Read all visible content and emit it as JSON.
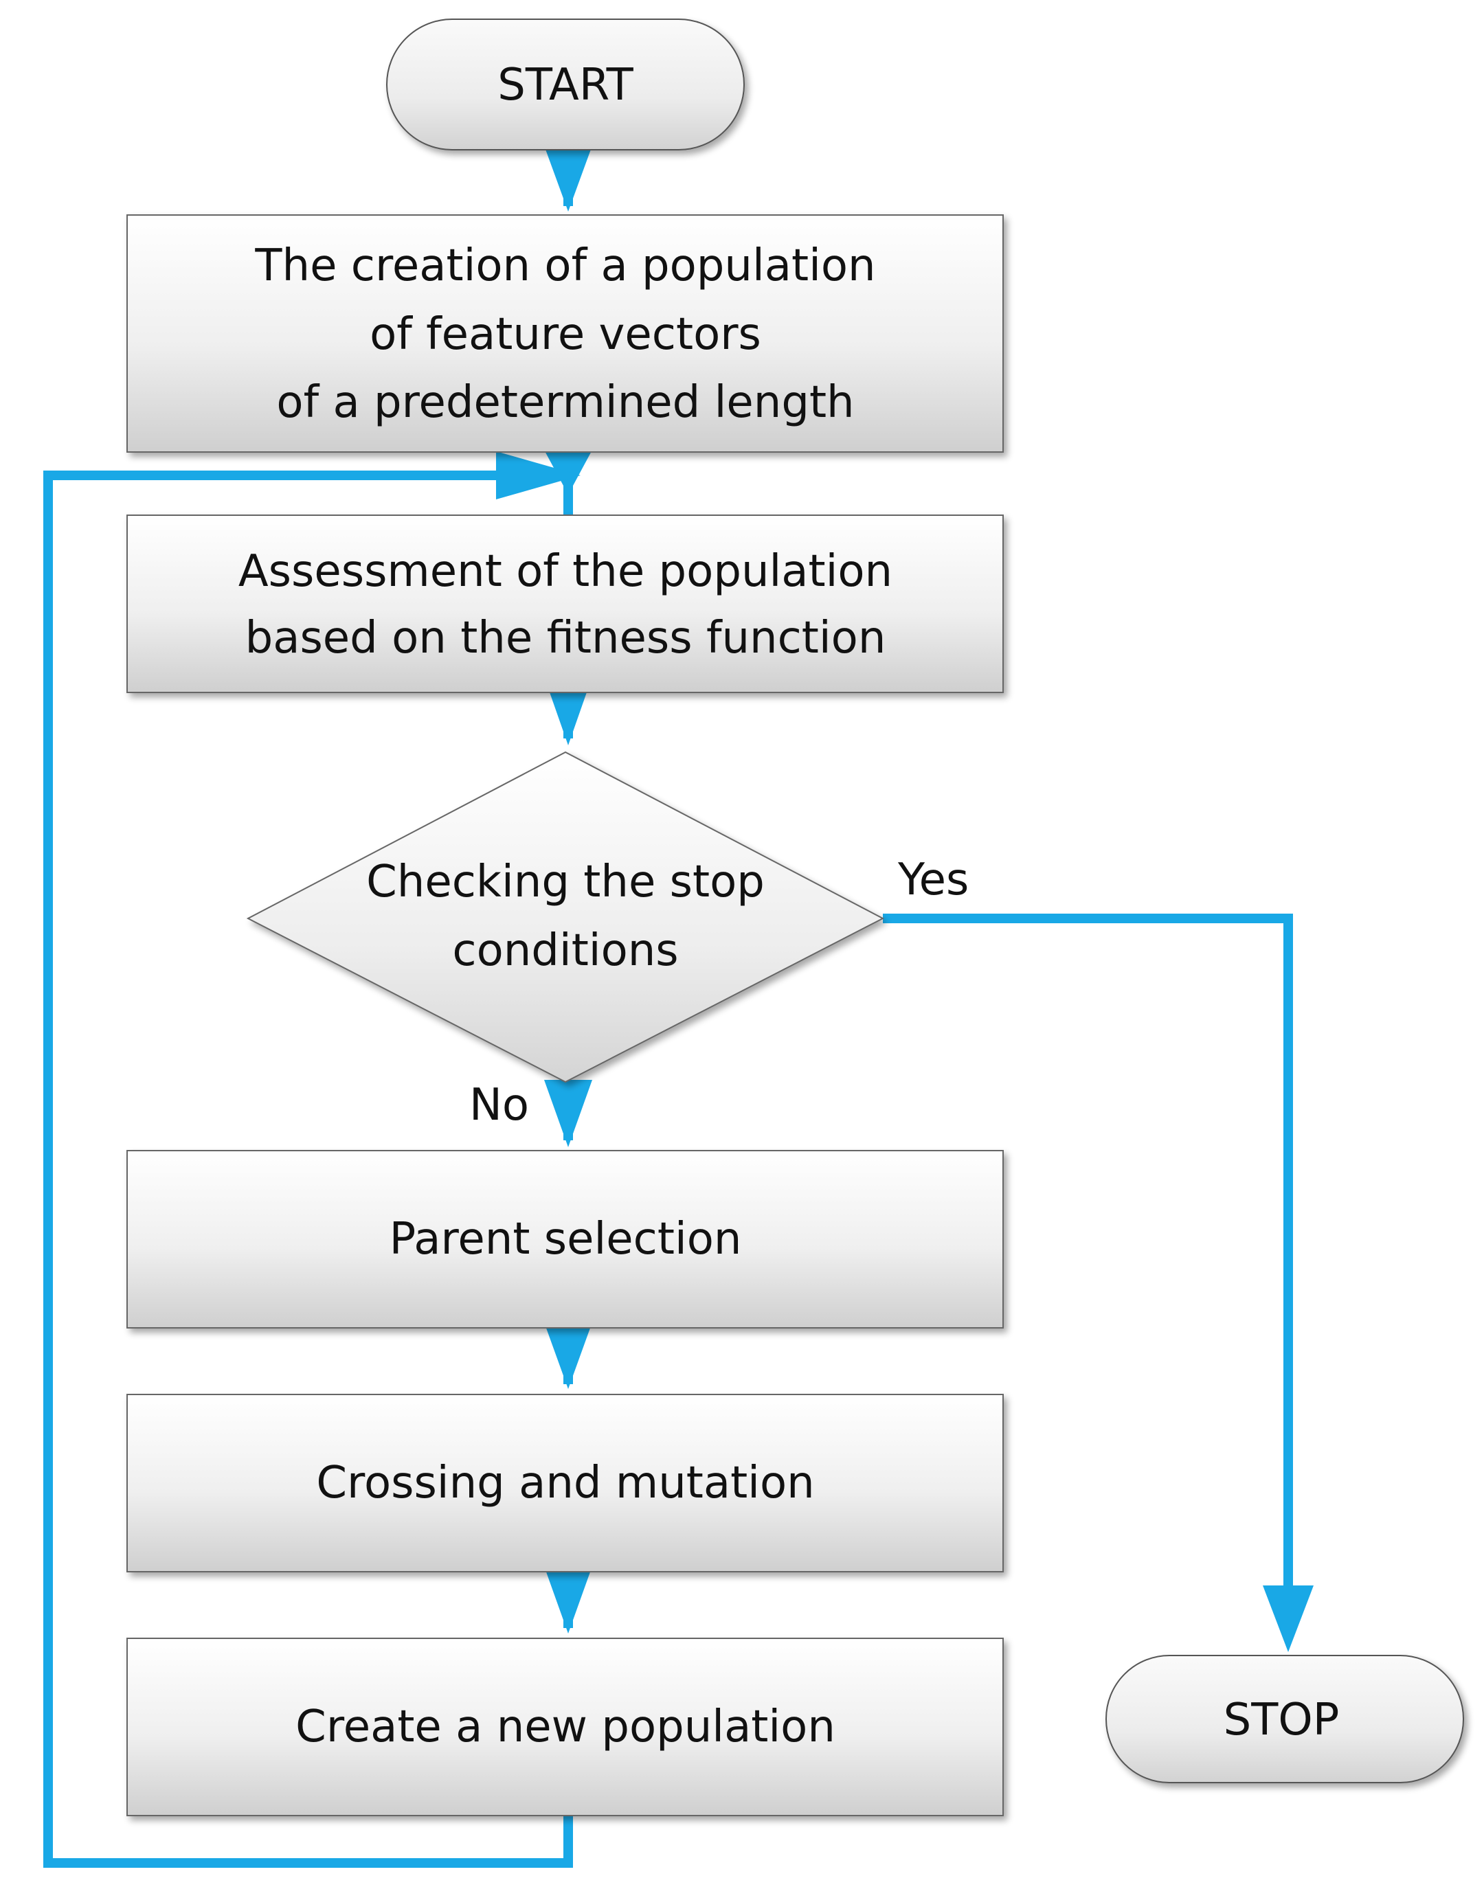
{
  "diagram": {
    "accent_color": "#19a8e6",
    "nodes": {
      "start": {
        "shape": "terminator",
        "lines": [
          "START"
        ]
      },
      "create_population": {
        "shape": "process",
        "lines": [
          "The creation of a population",
          "of feature vectors",
          "of a predetermined length"
        ]
      },
      "assessment": {
        "shape": "process",
        "lines": [
          "Assessment of the population",
          "based on the fitness function"
        ]
      },
      "check_stop": {
        "shape": "decision",
        "lines": [
          "Checking the stop",
          "conditions"
        ]
      },
      "parent_selection": {
        "shape": "process",
        "lines": [
          "Parent selection"
        ]
      },
      "crossing_mutation": {
        "shape": "process",
        "lines": [
          "Crossing and mutation"
        ]
      },
      "new_population": {
        "shape": "process",
        "lines": [
          "Create a new population"
        ]
      },
      "stop": {
        "shape": "terminator",
        "lines": [
          "STOP"
        ]
      }
    },
    "edge_labels": {
      "yes": "Yes",
      "no": "No"
    }
  }
}
